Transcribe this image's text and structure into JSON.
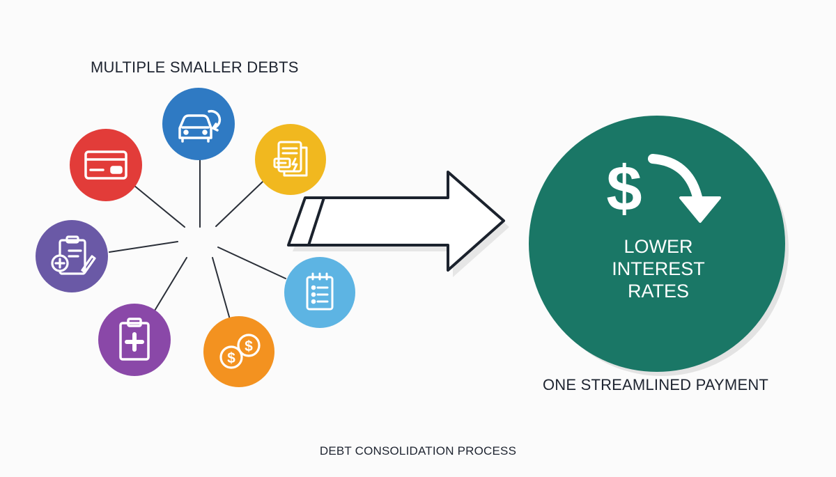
{
  "titles": {
    "left": "MULTIPLE SMALLER DEBTS",
    "right": "ONE STREAMLINED PAYMENT",
    "footer": "DEBT CONSOLIDATION PROCESS"
  },
  "consolidated": {
    "symbol": "$",
    "lines": [
      "LOWER",
      "INTEREST",
      "RATES"
    ],
    "color": "#1a7766"
  },
  "debts": [
    {
      "icon": "car-loan-icon",
      "color": "#2f7ac3"
    },
    {
      "icon": "document-bills-icon",
      "color": "#f1b81f"
    },
    {
      "icon": "credit-card-icon",
      "color": "#e23c39"
    },
    {
      "icon": "medical-clipboard-icon",
      "color": "#6a59a6"
    },
    {
      "icon": "checklist-icon",
      "color": "#5db4e3"
    },
    {
      "icon": "health-clipboard-icon",
      "color": "#8a48a8"
    },
    {
      "icon": "coins-icon",
      "color": "#f39220"
    }
  ]
}
